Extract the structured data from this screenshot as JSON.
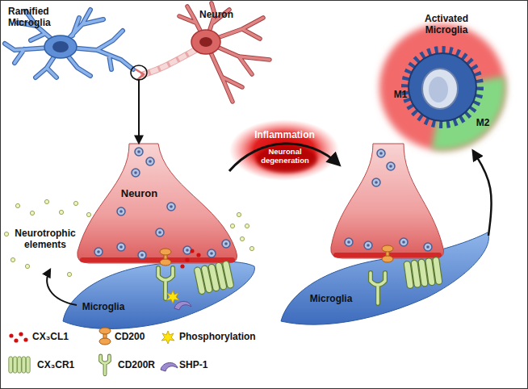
{
  "diagram": {
    "nodes": [
      {
        "text": [
          "Ramified Microglia"
        ]
      },
      {
        "text": [
          "Neuron"
        ]
      },
      {
        "text": [
          "Activated Microglia"
        ]
      },
      {
        "text": [
          "M1"
        ],
        "in": 2
      },
      {
        "text": [
          "M2"
        ],
        "in": 2
      },
      {
        "text": [
          "Neuron"
        ]
      },
      {
        "text": [
          "Microglia"
        ]
      },
      {
        "text": [
          "Inflammation",
          "Neuronal degeneration"
        ]
      },
      {
        "text": [
          "Microglia"
        ]
      }
    ],
    "edges": [
      {
        "from": 0,
        "to": 5,
        "arrow": "to"
      },
      {
        "from": 8,
        "to": 2,
        "arrow": "to"
      }
    ],
    "labels": [
      "Neurotrophic elements"
    ],
    "legend": [
      {
        "text": "CX₃CL1"
      },
      {
        "text": "CD200"
      },
      {
        "text": "Phosphorylation"
      },
      {
        "text": "CX₃CR1"
      },
      {
        "text": "CD200R"
      },
      {
        "text": "SHP-1"
      }
    ]
  }
}
